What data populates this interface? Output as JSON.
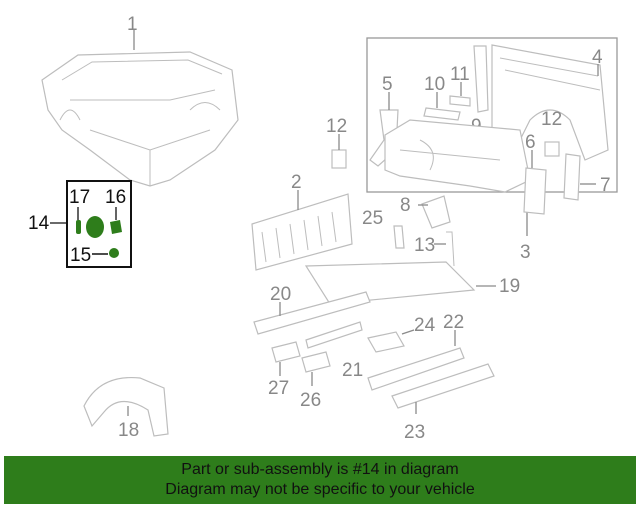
{
  "colors": {
    "banner_bg": "#2e7d1b",
    "highlight_box": "#111111",
    "callout_gray": "#888888",
    "highlight_part": "#2e7d1b"
  },
  "callouts": {
    "c1": "1",
    "c2": "2",
    "c3": "3",
    "c4": "4",
    "c5": "5",
    "c6": "6",
    "c7": "7",
    "c8": "8",
    "c9": "9",
    "c10": "10",
    "c11": "11",
    "c12a": "12",
    "c12b": "12",
    "c13": "13",
    "c14": "14",
    "c15": "15",
    "c16": "16",
    "c17": "17",
    "c18": "18",
    "c19": "19",
    "c20": "20",
    "c21": "21",
    "c22": "22",
    "c23": "23",
    "c24": "24",
    "c25": "25",
    "c26": "26",
    "c27": "27"
  },
  "banner": {
    "line1": "Part or sub-assembly is #14 in diagram",
    "line2": "Diagram may not be specific to your vehicle"
  }
}
